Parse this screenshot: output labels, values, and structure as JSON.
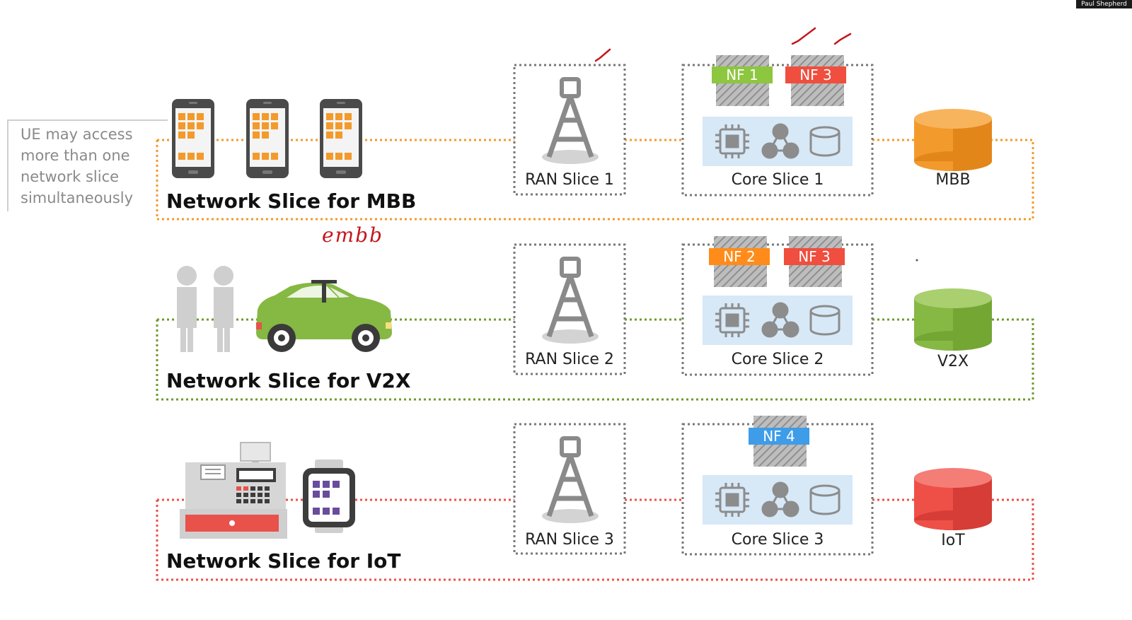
{
  "speaker_label": "Paul Shepherd",
  "side_note": "UE may access more than one network slice simultaneously",
  "annotation": "embb",
  "colors": {
    "mbb": "#f39a2c",
    "v2x": "#7aa83a",
    "iot": "#e8524a",
    "nf_green": "#8dc63f",
    "nf_red": "#f04e3e",
    "nf_orange": "#ff8c1a",
    "nf_blue": "#3e9ce8",
    "core_panel": "#d7e8f7",
    "icon_gray": "#8c8c8c"
  },
  "slices": [
    {
      "title": "Network Slice for MBB",
      "ran_label": "RAN Slice 1",
      "core_label": "Core Slice 1",
      "db_label": "MBB",
      "nf": [
        {
          "label": "NF 1",
          "color": "nf_green"
        },
        {
          "label": "NF 3",
          "color": "nf_red"
        }
      ]
    },
    {
      "title": "Network Slice for V2X",
      "ran_label": "RAN Slice 2",
      "core_label": "Core Slice 2",
      "db_label": "V2X",
      "nf": [
        {
          "label": "NF 2",
          "color": "nf_orange"
        },
        {
          "label": "NF 3",
          "color": "nf_red"
        }
      ]
    },
    {
      "title": "Network Slice for IoT",
      "ran_label": "RAN Slice 3",
      "core_label": "Core Slice 3",
      "db_label": "IoT",
      "nf": [
        {
          "label": "NF 4",
          "color": "nf_blue"
        }
      ]
    }
  ]
}
